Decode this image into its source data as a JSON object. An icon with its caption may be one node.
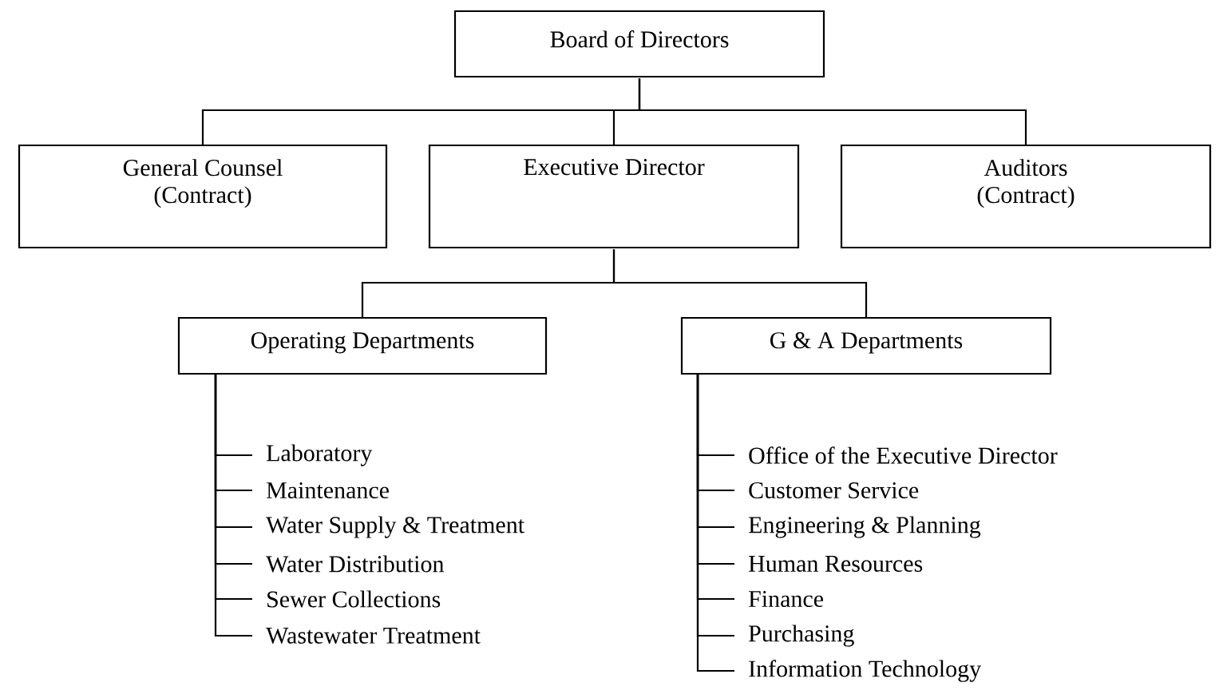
{
  "diagram": {
    "nodes": [
      {
        "text": [
          "Board of Directors"
        ]
      },
      {
        "text": [
          "General Counsel",
          "(Contract)"
        ]
      },
      {
        "text": [
          "Executive Director"
        ]
      },
      {
        "text": [
          "Auditors",
          "(Contract)"
        ]
      },
      {
        "text": [
          "Operating Departments"
        ]
      },
      {
        "text": [
          "G & A Departments"
        ]
      },
      {
        "text": [
          "Laboratory"
        ]
      },
      {
        "text": [
          "Maintenance"
        ]
      },
      {
        "text": [
          "Water Supply & Treatment"
        ]
      },
      {
        "text": [
          "Water Distribution"
        ]
      },
      {
        "text": [
          "Sewer Collections"
        ]
      },
      {
        "text": [
          "Wastewater Treatment"
        ]
      },
      {
        "text": [
          "Office of the Executive Director"
        ]
      },
      {
        "text": [
          "Customer Service"
        ]
      },
      {
        "text": [
          "Engineering & Planning"
        ]
      },
      {
        "text": [
          "Human Resources"
        ]
      },
      {
        "text": [
          "Finance"
        ]
      },
      {
        "text": [
          "Purchasing"
        ]
      },
      {
        "text": [
          "Information Technology"
        ]
      }
    ],
    "edges": [
      {
        "from": 0,
        "to": 1,
        "arrow": "none"
      },
      {
        "from": 0,
        "to": 2,
        "arrow": "none"
      },
      {
        "from": 0,
        "to": 3,
        "arrow": "none"
      },
      {
        "from": 2,
        "to": 4,
        "arrow": "none"
      },
      {
        "from": 2,
        "to": 5,
        "arrow": "none"
      },
      {
        "from": 4,
        "to": 6,
        "arrow": "none"
      },
      {
        "from": 4,
        "to": 7,
        "arrow": "none"
      },
      {
        "from": 4,
        "to": 8,
        "arrow": "none"
      },
      {
        "from": 4,
        "to": 9,
        "arrow": "none"
      },
      {
        "from": 4,
        "to": 10,
        "arrow": "none"
      },
      {
        "from": 4,
        "to": 11,
        "arrow": "none"
      },
      {
        "from": 5,
        "to": 12,
        "arrow": "none"
      },
      {
        "from": 5,
        "to": 13,
        "arrow": "none"
      },
      {
        "from": 5,
        "to": 14,
        "arrow": "none"
      },
      {
        "from": 5,
        "to": 15,
        "arrow": "none"
      },
      {
        "from": 5,
        "to": 16,
        "arrow": "none"
      },
      {
        "from": 5,
        "to": 17,
        "arrow": "none"
      },
      {
        "from": 5,
        "to": 18,
        "arrow": "none"
      }
    ]
  }
}
